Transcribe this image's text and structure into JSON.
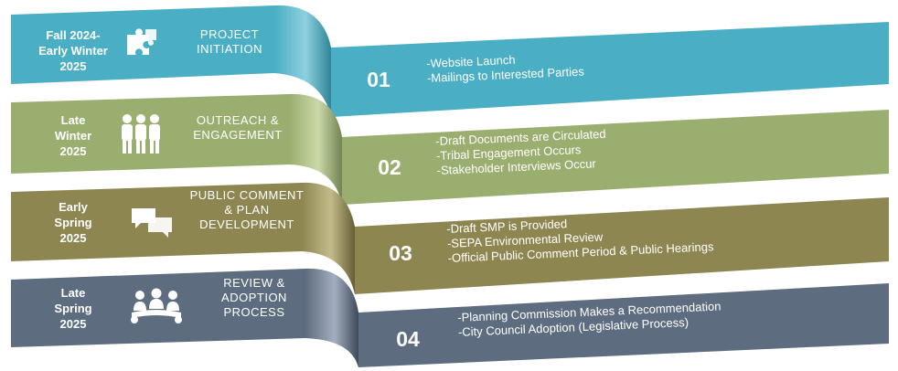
{
  "stages": [
    {
      "period": [
        "Fall 2024-",
        "Early Winter",
        "2025"
      ],
      "phase": [
        "PROJECT",
        "INITIATION"
      ],
      "number": "01",
      "items": [
        "-Website Launch",
        "-Mailings to Interested Parties"
      ],
      "icon": "puzzle-icon",
      "colors": {
        "main": "#4aaec4",
        "dark": "#2f8598",
        "light": "#9fd8e6"
      }
    },
    {
      "period": [
        "Late",
        "Winter",
        "2025"
      ],
      "phase": [
        "OUTREACH &",
        "ENGAGEMENT"
      ],
      "number": "02",
      "items": [
        "-Draft Documents are Circulated",
        "-Tribal Engagement Occurs",
        "-Stakeholder Interviews Occur"
      ],
      "icon": "people-group-icon",
      "colors": {
        "main": "#9aae70",
        "dark": "#718452",
        "light": "#d5e0b8"
      }
    },
    {
      "period": [
        "Early",
        "Spring",
        "2025"
      ],
      "phase": [
        "PUBLIC COMMENT",
        "& PLAN",
        "DEVELOPMENT"
      ],
      "number": "03",
      "items": [
        "-Draft SMP is Provided",
        "-SEPA Environmental Review",
        "-Official Public Comment Period & Public Hearings"
      ],
      "icon": "speech-bubbles-icon",
      "colors": {
        "main": "#8e8651",
        "dark": "#665f34",
        "light": "#cfc89a"
      }
    },
    {
      "period": [
        "Late",
        "Spring",
        "2025"
      ],
      "phase": [
        "REVIEW &",
        "ADOPTION",
        "PROCESS"
      ],
      "number": "04",
      "items": [
        "-Planning Commission Makes a Recommendation",
        "-City Council Adoption (Legislative Process)"
      ],
      "icon": "meeting-table-icon",
      "colors": {
        "main": "#5e6c7f",
        "dark": "#3d4858",
        "light": "#a9b5c6"
      }
    }
  ]
}
